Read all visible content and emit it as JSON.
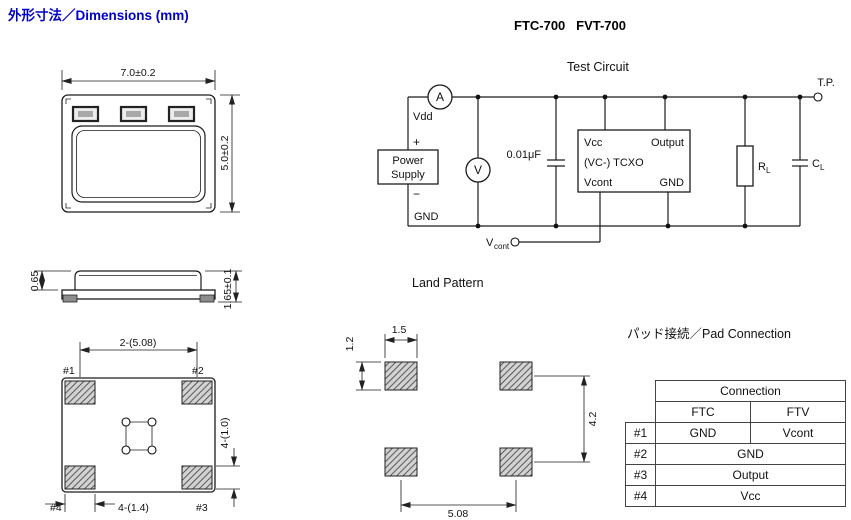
{
  "header": {
    "dims_label": "外形寸法／Dimensions (mm)",
    "title": "FTC-700   FVT-700"
  },
  "circuit": {
    "label": "Test Circuit",
    "ammeter": "A",
    "voltmeter": "V",
    "vdd": "Vdd",
    "plus": "+",
    "minus": "−",
    "power_line1": "Power",
    "power_line2": "Supply",
    "gnd": "GND",
    "cap_value": "0.01μF",
    "tcxo": {
      "vcc": "Vcc",
      "output": "Output",
      "name": "(VC-) TCXO",
      "vcont": "Vcont",
      "gnd": "GND"
    },
    "rl_main": "R",
    "rl_sub": "L",
    "cl_main": "C",
    "cl_sub": "L",
    "tp": "T.P.",
    "vcont_main": "V",
    "vcont_sub": "cont"
  },
  "package": {
    "top_view": {
      "width": "7.0±0.2",
      "height": "5.0±0.2"
    },
    "side_view": {
      "lid_height": "0.65",
      "total_height": "1.65±0.1"
    },
    "bottom_view": {
      "pad1": "#1",
      "pad2": "#2",
      "pad3": "#3",
      "pad4": "#4",
      "pitch": "2-(5.08)",
      "pad_length": "4-(1.0)",
      "pad_width": "4-(1.4)"
    }
  },
  "land_pattern": {
    "label": "Land Pattern",
    "pad_w": "1.5",
    "pad_h": "1.2",
    "v_pitch": "4.2",
    "h_pitch": "5.08"
  },
  "pad_connection": {
    "title": "パッド接続／Pad Connection",
    "header": "Connection",
    "col_ftc": "FTC",
    "col_ftv": "FTV",
    "rows": [
      {
        "pad": "#1",
        "ftc": "GND",
        "ftv": "Vcont"
      },
      {
        "pad": "#2",
        "value": "GND"
      },
      {
        "pad": "#3",
        "value": "Output"
      },
      {
        "pad": "#4",
        "value": "Vcc"
      }
    ]
  }
}
